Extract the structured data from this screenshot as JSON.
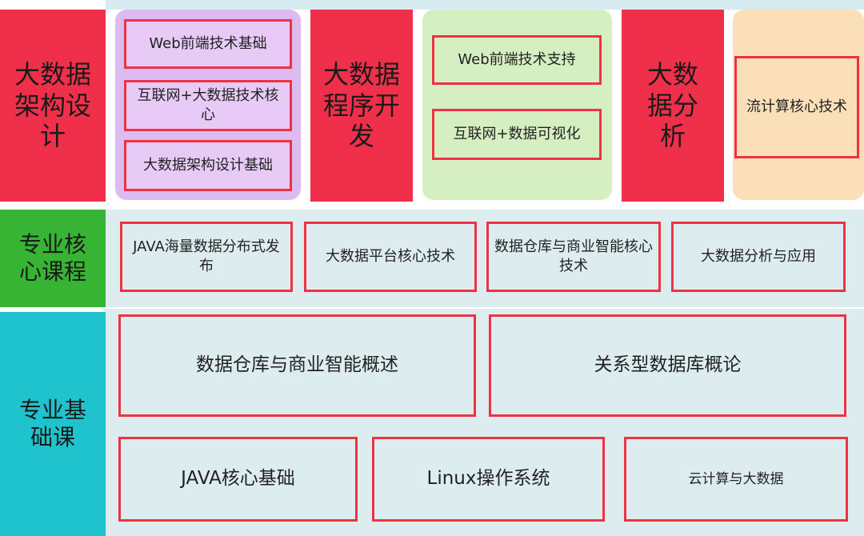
{
  "categories": {
    "architecture": "大数据架构设计",
    "program_dev": "大数据程序开发",
    "analysis": "大数据分析",
    "core_courses": "专业核心课程",
    "foundation": "专业基础课"
  },
  "architecture_courses": [
    "Web前端技术基础",
    "互联网+大数据技术核心",
    "大数据架构设计基础"
  ],
  "program_dev_courses": [
    "Web前端技术支持",
    "互联网+数据可视化"
  ],
  "analysis_courses": [
    "流计算核心技术"
  ],
  "core_courses": [
    "JAVA海量数据分布式发布",
    "大数据平台核心技术",
    "数据仓库与商业智能核心技术",
    "大数据分析与应用"
  ],
  "foundation_courses": [
    "数据仓库与商业智能概述",
    "关系型数据库概论",
    "JAVA核心基础",
    "Linux操作系统",
    "云计算与大数据"
  ],
  "colors": {
    "red": "#f0304a",
    "green": "#38b434",
    "teal": "#1fc3cd",
    "purple": "#dcbcf0",
    "light_green": "#d6efc2",
    "orange": "#fbdfb8",
    "light_blue": "#dcecef",
    "border_red": "#ee3244"
  }
}
